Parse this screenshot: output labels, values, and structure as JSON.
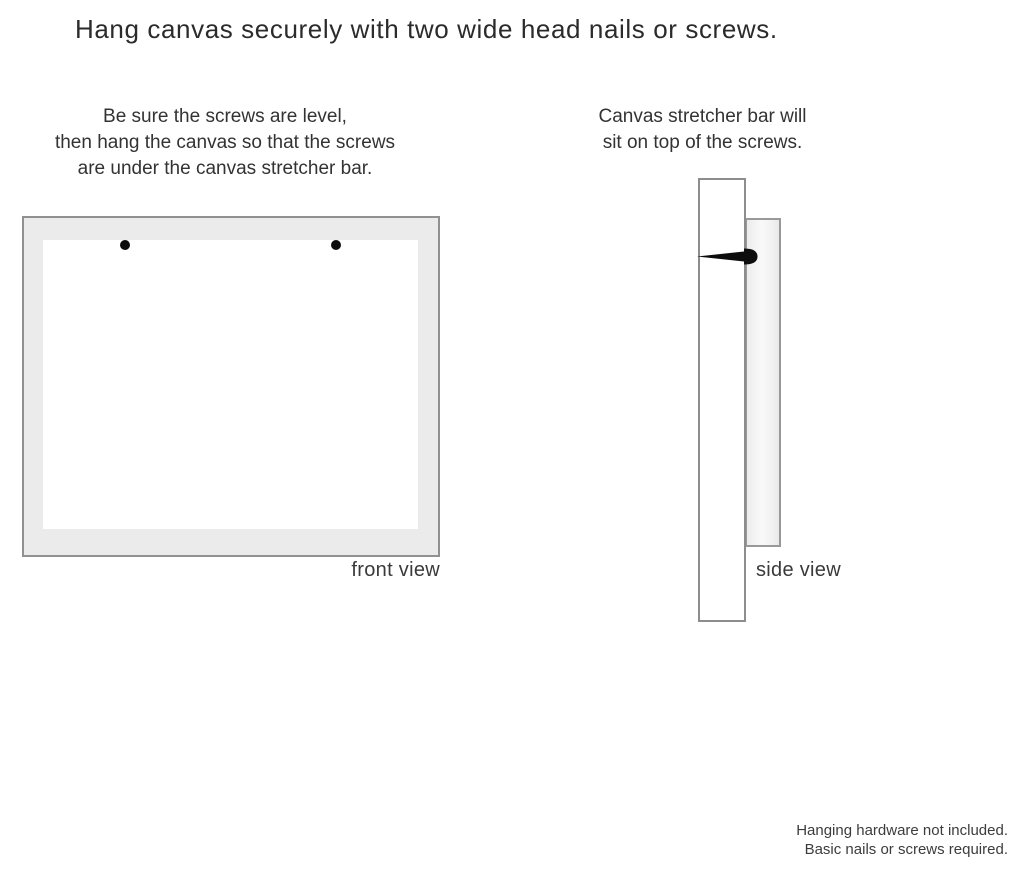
{
  "title": "Hang canvas securely with two wide head nails or screws.",
  "instructions": {
    "left": {
      "lines": [
        "Be sure the screws are level,",
        "then hang the canvas so that the screws",
        "are under the canvas stretcher bar."
      ]
    },
    "right": {
      "lines": [
        "Canvas stretcher bar will",
        "sit on top of the screws."
      ]
    }
  },
  "diagrams": {
    "front": {
      "label": "front view",
      "nail_count": 2
    },
    "side": {
      "label": "side view"
    }
  },
  "footer": {
    "lines": [
      "Hanging hardware not included.",
      "Basic nails or screws required."
    ]
  },
  "colors": {
    "canvas_fill": "#ebebeb",
    "border_gray": "#919191",
    "nail_black": "#0d0d0d",
    "text_dark": "#2b2b2b",
    "background": "#ffffff"
  }
}
